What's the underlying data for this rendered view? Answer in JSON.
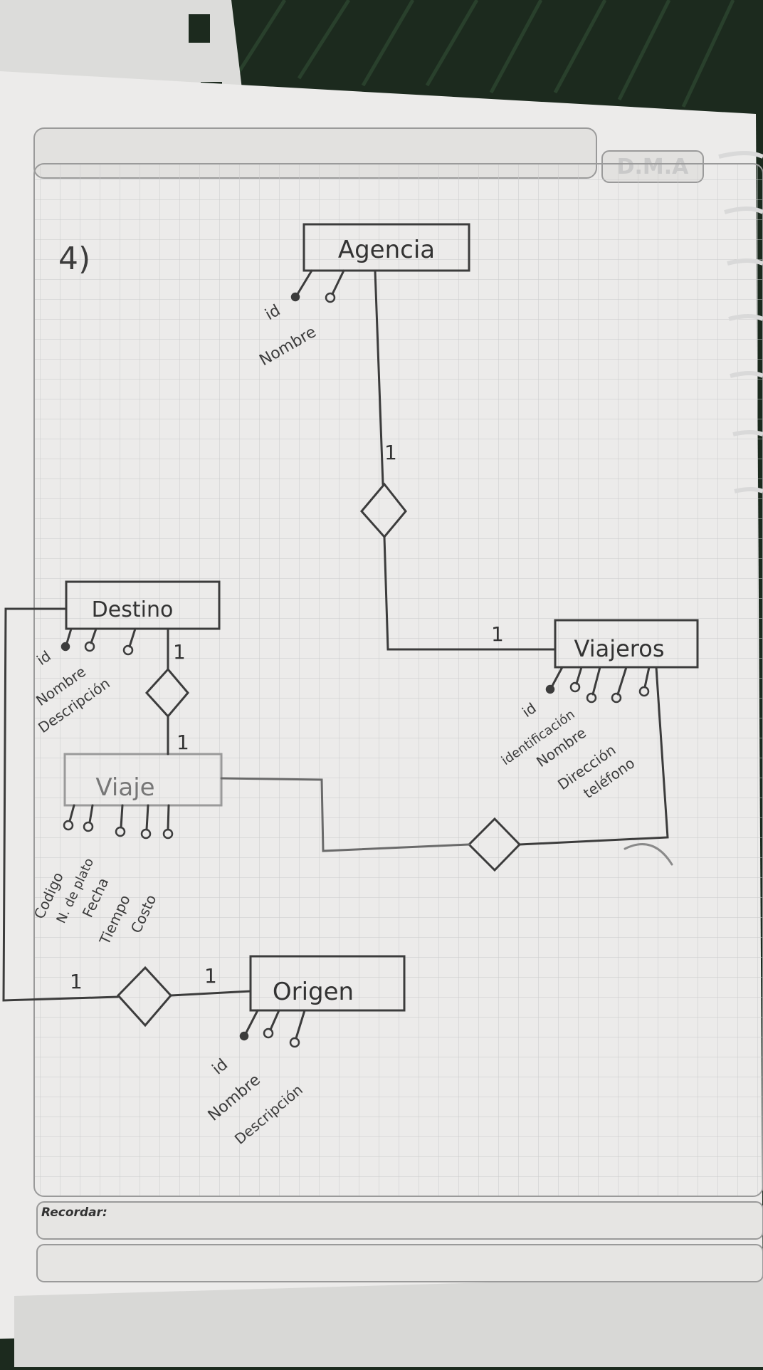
{
  "notebook": {
    "header_logo": "D.M.A",
    "footer_label": "Recordar:"
  },
  "diagram": {
    "exercise_number": "4)",
    "entities": [
      {
        "key": "agencia",
        "name": "Agencia"
      },
      {
        "key": "destino",
        "name": "Destino"
      },
      {
        "key": "viajeros",
        "name": "Viajeros"
      },
      {
        "key": "viaje",
        "name": "Viaje"
      },
      {
        "key": "origen",
        "name": "Origen"
      }
    ],
    "attributes": {
      "agencia": [
        "id",
        "Nombre"
      ],
      "destino": [
        "id",
        "Nombre",
        "Descripción"
      ],
      "viajeros": [
        "id",
        "identificación",
        "Nombre",
        "Dirección",
        "teléfono"
      ],
      "viaje": [
        "Codigo",
        "N. de plato",
        "Fecha",
        "Tiempo",
        "Costo"
      ],
      "origen": [
        "id",
        "Nombre",
        "Descripción"
      ]
    },
    "cardinalities": {
      "agencia_rel_top": "1",
      "agencia_rel_viajeros": "1",
      "destino_rel_top": "1",
      "destino_rel_viaje": "1",
      "origen_rel_left": "1",
      "origen_rel_right": "1"
    }
  },
  "colors": {
    "paper": "#ecebea",
    "grid": "#c9c9c9",
    "ink": "#3c3c3c",
    "page_edge": "#9a9a9a",
    "background": "#1c2a1e"
  }
}
